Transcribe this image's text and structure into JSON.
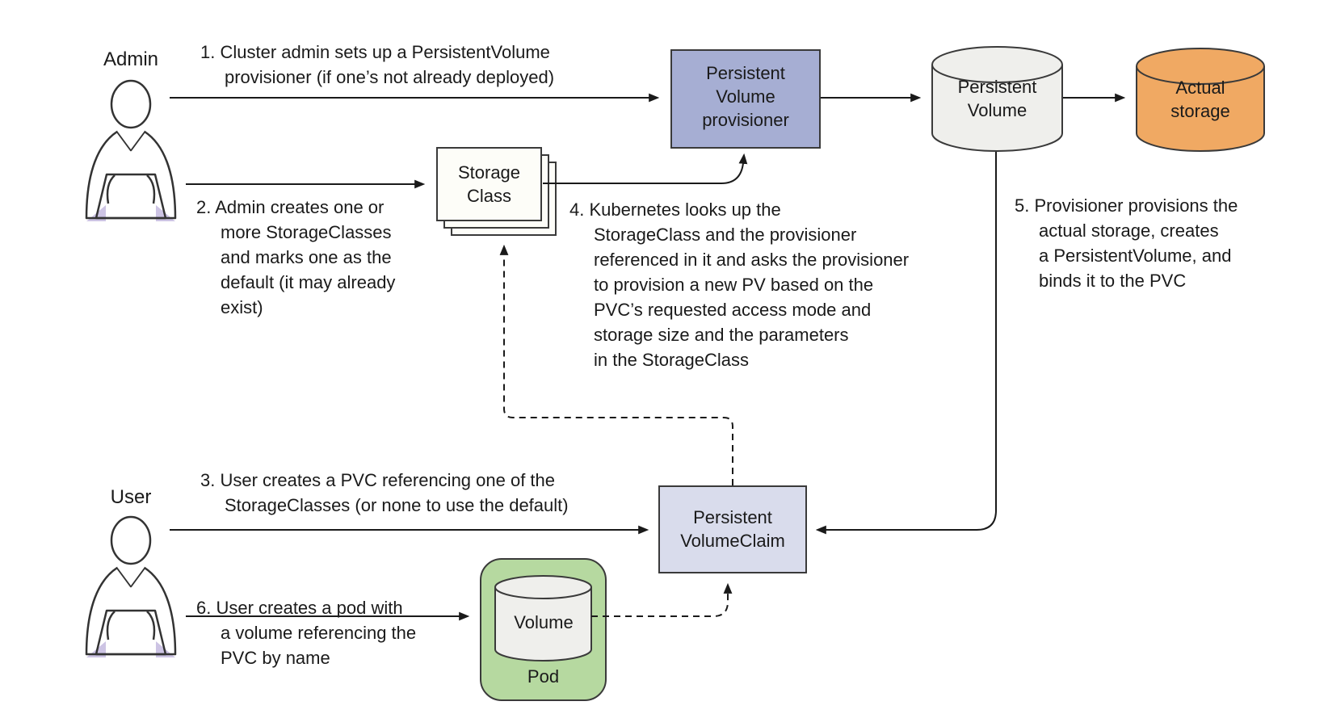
{
  "diagram": {
    "actors": {
      "admin": {
        "label": "Admin"
      },
      "user": {
        "label": "User"
      }
    },
    "nodes": {
      "provisioner": {
        "label": "Persistent\nVolume\nprovisioner"
      },
      "persistent_volume": {
        "label": "Persistent\nVolume"
      },
      "actual_storage": {
        "label": "Actual\nstorage"
      },
      "storage_class": {
        "label": "Storage\nClass"
      },
      "pvc": {
        "label": "Persistent\nVolumeClaim"
      },
      "volume": {
        "label": "Volume"
      },
      "pod": {
        "label": "Pod"
      }
    },
    "steps": {
      "step1": "1. Cluster admin sets up a PersistentVolume\nprovisioner (if one’s not already deployed)",
      "step2": "2. Admin creates one or\nmore StorageClasses\nand marks one as the\ndefault (it may already\nexist)",
      "step3": "3. User creates a PVC referencing one of the\nStorageClasses (or none to use the default)",
      "step4": "4. Kubernetes looks up the\nStorageClass and the provisioner\nreferenced in it and asks the provisioner\nto provision a new PV based on the\nPVC’s requested access mode and\nstorage size and the parameters\nin the StorageClass",
      "step5": "5. Provisioner provisions the\nactual storage, creates\na PersistentVolume, and\nbinds it to the PVC",
      "step6": "6. User creates a pod with\na volume referencing the\nPVC by name"
    },
    "colors": {
      "provisioner_fill": "#a6aed3",
      "pvc_fill": "#d9dcec",
      "storage_orange": "#f0a963",
      "pod_green": "#b6d9a0",
      "cylinder_gray": "#efefec",
      "storageclass_fill": "#fdfdf8",
      "admin_sweater": "#f2b165",
      "user_sweater": "#a7dad6",
      "laptop_fill": "#b4b7d8",
      "head_gray": "#d6d6d4",
      "shadow_lavender": "#cdc4e4",
      "line_color": "#1a1a1a"
    }
  }
}
